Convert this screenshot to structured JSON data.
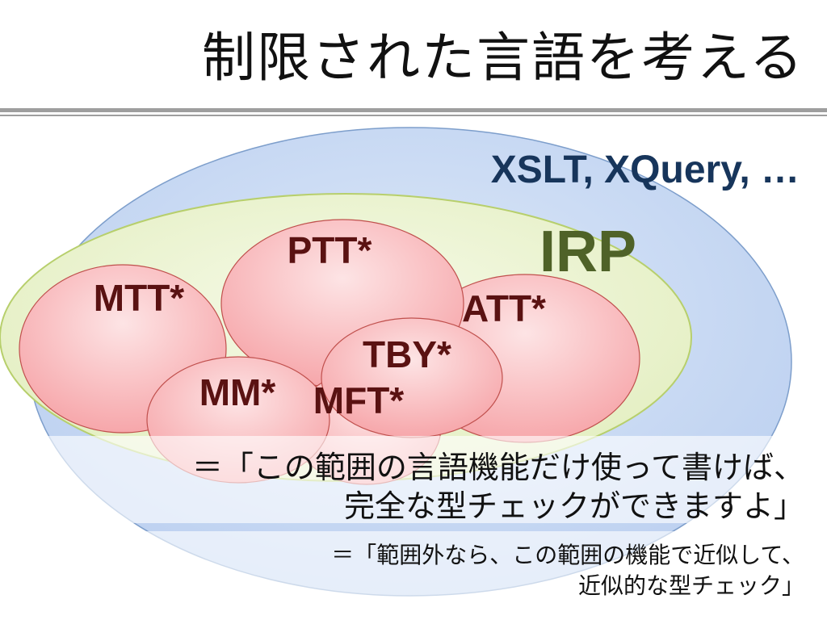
{
  "slide": {
    "title": "制限された言語を考える"
  },
  "diagram": {
    "outer_label": "XSLT, XQuery, …",
    "middle_label": "IRP",
    "sets": [
      {
        "label": "PTT*"
      },
      {
        "label": "MTT*"
      },
      {
        "label": "ATT*"
      },
      {
        "label": "TBY*"
      },
      {
        "label": "MM*"
      },
      {
        "label": "MFT*"
      }
    ],
    "colors": {
      "outer_fill": "#c5d7f2",
      "outer_stroke": "#7d9ecb",
      "middle_fill": "#ebf3d0",
      "middle_stroke": "#b7cf6c",
      "inner_fill": "#f9b5b8",
      "inner_stroke": "#c0504d",
      "outer_label_color": "#17355b",
      "middle_label_color": "#4f6228",
      "inner_label_color": "#5a1212"
    }
  },
  "captions": {
    "line1": "＝「この範囲の言語機能だけ使って書けば、",
    "line2": "完全な型チェックができますよ」",
    "line3": "＝「範囲外なら、この範囲の機能で近似して、",
    "line4": "近似的な型チェック」"
  }
}
